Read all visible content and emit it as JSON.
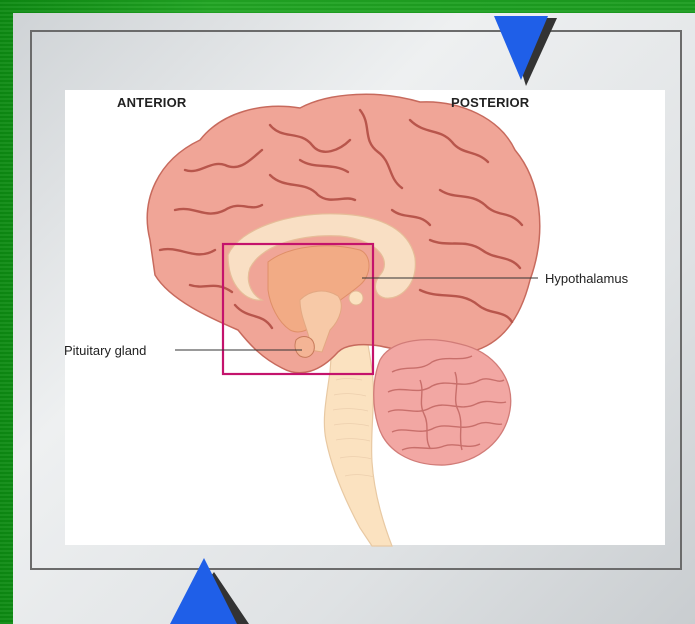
{
  "labels": {
    "anterior": "ANTERIOR",
    "posterior": "POSTERIOR",
    "hypothalamus": "Hypothalamus",
    "pituitary": "Pituitary gland"
  },
  "colors": {
    "background_green": "#1a9a1e",
    "frame": "#6b6b6b",
    "cerebrum": "#f0a597",
    "cerebrum_fold": "#b8564c",
    "corpus_callosum": "#f9dfc4",
    "hypothalamus_region": "#f2ab85",
    "brainstem": "#fbe2c0",
    "cerebellum": "#f2a7a3",
    "highlight_box": "#c4136c",
    "arrow_blue": "#1f5fe8",
    "arrow_shadow": "#333333"
  },
  "icons": [
    "down-arrow-icon",
    "up-arrow-icon"
  ]
}
